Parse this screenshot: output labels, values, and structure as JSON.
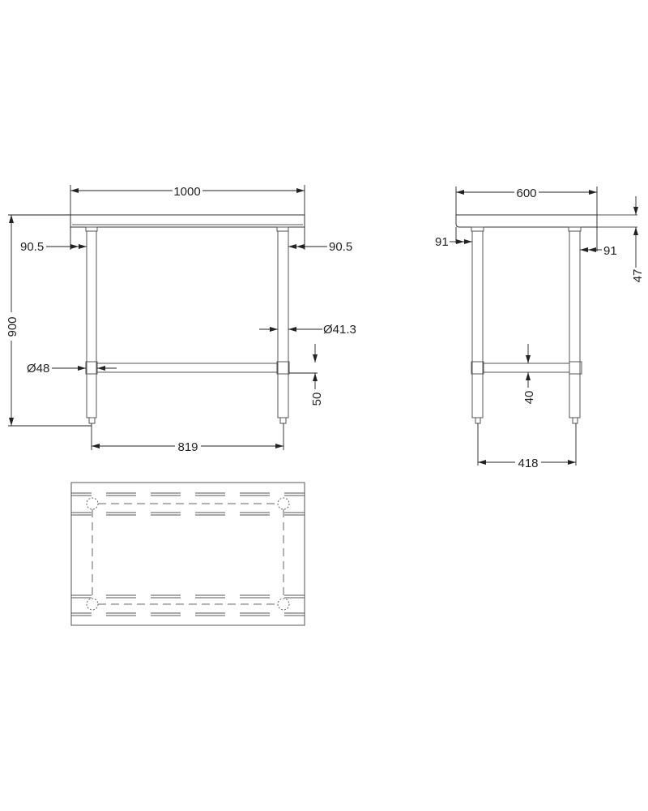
{
  "front_view": {
    "overall_width": "1000",
    "overall_height": "900",
    "leg_offset_left": "90.5",
    "leg_offset_right": "90.5",
    "leg_diameter": "Ø41.3",
    "sleeve_diameter": "Ø48",
    "shelf_height": "50",
    "leg_spacing": "819"
  },
  "side_view": {
    "overall_depth": "600",
    "leg_offset_left": "91",
    "leg_offset_right": "91",
    "top_thickness": "47",
    "shelf_height": "40",
    "leg_spacing": "418"
  },
  "line_color": "#555555"
}
